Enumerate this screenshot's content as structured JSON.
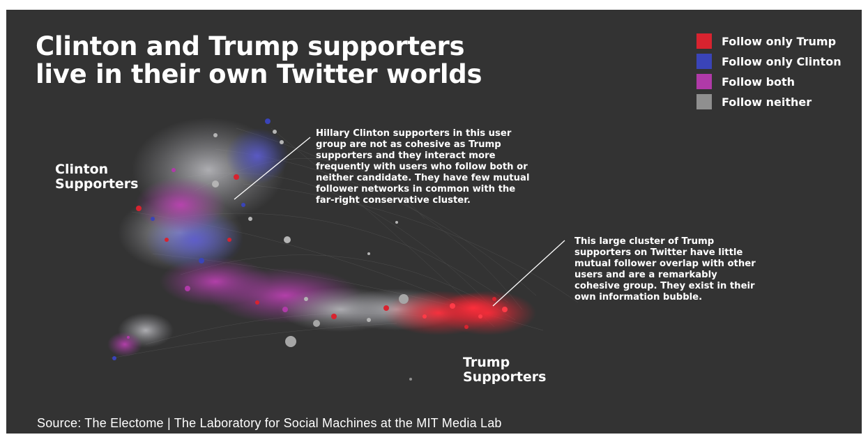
{
  "title": {
    "line1": "Clinton and Trump supporters",
    "line2": "live in their own Twitter worlds"
  },
  "legend": [
    {
      "label": "Follow only Trump",
      "color": "#d8232f"
    },
    {
      "label": "Follow only Clinton",
      "color": "#3a44b8"
    },
    {
      "label": "Follow both",
      "color": "#b03aa8"
    },
    {
      "label": "Follow neither",
      "color": "#8f8f8f"
    }
  ],
  "clusters": {
    "clinton": {
      "line1": "Clinton",
      "line2": "Supporters"
    },
    "trump": {
      "line1": "Trump",
      "line2": "Supporters"
    }
  },
  "annotations": {
    "clinton": [
      "Hillary Clinton supporters in this user",
      "group are not as cohesive as Trump",
      "supporters and they interact more",
      "frequently with users who follow both or",
      "neither candidate. They have few mutual",
      "follower networks in common with the",
      "far-right conservative cluster."
    ],
    "trump": [
      "This large cluster of Trump",
      "supporters on Twitter have little",
      "mutual follower overlap with other",
      "users and are a remarkably",
      "cohesive group. They exist in their",
      "own information bubble."
    ]
  },
  "source": "Source: The Electome  |  The  Laboratory for Social Machines at the MIT Media Lab",
  "colors": {
    "background": "#333333",
    "trump": "#d8232f",
    "clinton": "#3a44b8",
    "both": "#b03aa8",
    "neither": "#8f8f8f"
  }
}
